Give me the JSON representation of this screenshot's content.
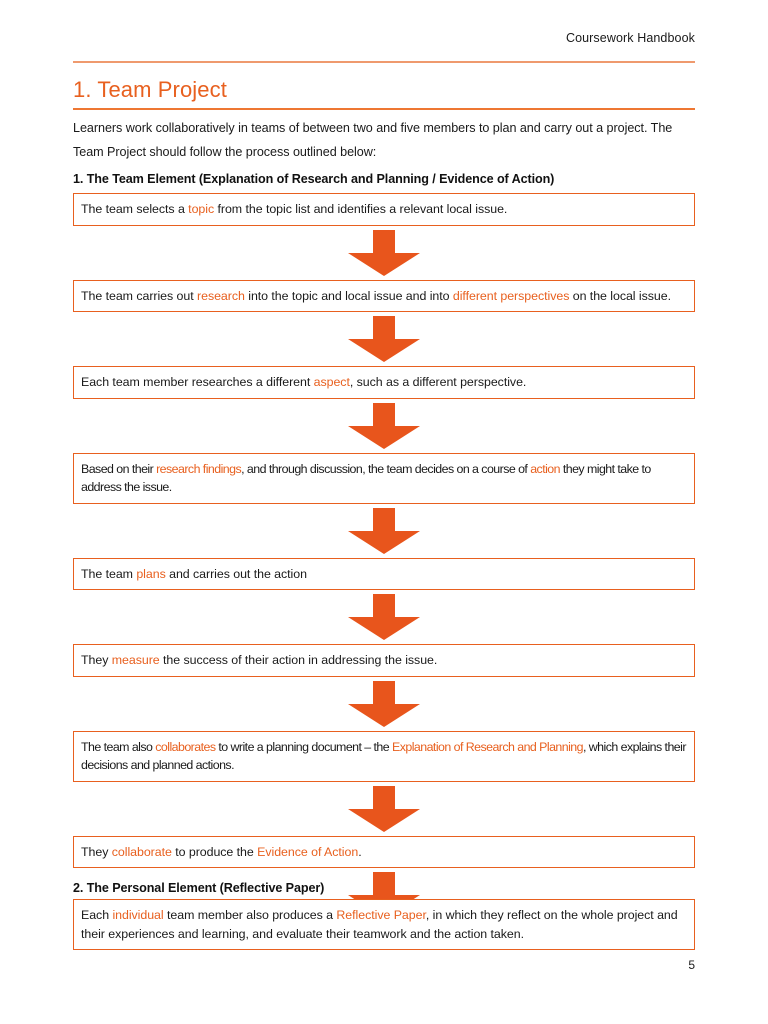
{
  "header": {
    "title": "Coursework Handbook",
    "rule_color": "#ef9a6e"
  },
  "title": {
    "text": "1. Team Project",
    "color": "#e8601f",
    "rule_color": "#ee7733"
  },
  "intro": {
    "paragraph": "Learners work collaboratively in teams of between two and five members to plan and carry out a project. The Team Project should follow the process outlined below:"
  },
  "sections": {
    "team_element_heading": "1. The Team Element (Explanation of Research and Planning / Evidence of Action)",
    "personal_element_heading": "2. The Personal Element (Reflective Paper)"
  },
  "flow": {
    "accent_color": "#e8601f",
    "arrow_color": "#e8551c",
    "steps": [
      {
        "id": "step-select-topic",
        "parts": [
          {
            "text": "The team selects a ",
            "highlight": false
          },
          {
            "text": "topic",
            "highlight": true
          },
          {
            "text": " from the topic list and identifies a relevant local issue.",
            "highlight": false
          }
        ]
      },
      {
        "id": "step-carry-out-research",
        "parts": [
          {
            "text": "The team carries out ",
            "highlight": false
          },
          {
            "text": "research",
            "highlight": true
          },
          {
            "text": " into the topic and local issue and into ",
            "highlight": false
          },
          {
            "text": "different perspectives",
            "highlight": true
          },
          {
            "text": " on the local issue.",
            "highlight": false
          }
        ]
      },
      {
        "id": "step-research-aspect",
        "parts": [
          {
            "text": "Each team member researches a different ",
            "highlight": false
          },
          {
            "text": "aspect",
            "highlight": true
          },
          {
            "text": ", such as a different perspective.",
            "highlight": false
          }
        ]
      },
      {
        "id": "step-decide-action",
        "tight": true,
        "parts": [
          {
            "text": "Based on their ",
            "highlight": false
          },
          {
            "text": "research findings",
            "highlight": true
          },
          {
            "text": ", and through discussion, the team decides on a course of ",
            "highlight": false
          },
          {
            "text": "action",
            "highlight": true
          },
          {
            "text": " they might take to address the issue.",
            "highlight": false
          }
        ]
      },
      {
        "id": "step-plan-action",
        "parts": [
          {
            "text": "The team ",
            "highlight": false
          },
          {
            "text": "plans",
            "highlight": true
          },
          {
            "text": " and carries out the action",
            "highlight": false
          }
        ]
      },
      {
        "id": "step-measure-success",
        "parts": [
          {
            "text": "They ",
            "highlight": false
          },
          {
            "text": "measure",
            "highlight": true
          },
          {
            "text": " the success of their action in addressing the issue.",
            "highlight": false
          }
        ]
      },
      {
        "id": "step-write-planning-document",
        "tight": true,
        "parts": [
          {
            "text": "The team also ",
            "highlight": false
          },
          {
            "text": "collaborates",
            "highlight": true
          },
          {
            "text": " to write a planning document – the ",
            "highlight": false
          },
          {
            "text": "Explanation of Research and Planning",
            "highlight": true
          },
          {
            "text": ", which explains their decisions and planned actions.",
            "highlight": false
          }
        ]
      },
      {
        "id": "step-produce-evidence",
        "parts": [
          {
            "text": "They ",
            "highlight": false
          },
          {
            "text": "collaborate",
            "highlight": true
          },
          {
            "text": " to produce the ",
            "highlight": false
          },
          {
            "text": "Evidence of Action",
            "highlight": true
          },
          {
            "text": ".",
            "highlight": false
          }
        ]
      }
    ],
    "personal_step": {
      "id": "step-reflective-paper",
      "parts": [
        {
          "text": "Each ",
          "highlight": false
        },
        {
          "text": "individual",
          "highlight": true
        },
        {
          "text": " team member also produces a ",
          "highlight": false
        },
        {
          "text": "Reflective Paper",
          "highlight": true
        },
        {
          "text": ", in which they reflect on the whole project and their experiences and learning, and evaluate their teamwork and the action taken.",
          "highlight": false
        }
      ]
    }
  },
  "footer": {
    "page_number": "5"
  }
}
